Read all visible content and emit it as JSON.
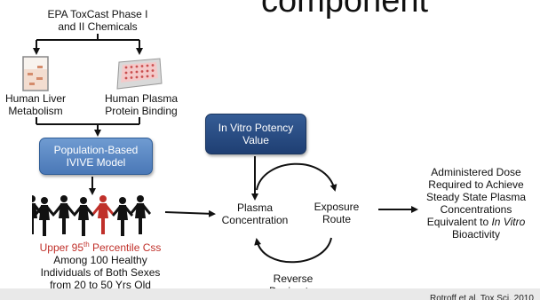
{
  "slide": {
    "title_fragment": "component",
    "footer_citation": "Rotroff et al. Tox Sci. 2010"
  },
  "top": {
    "chemicals": [
      "EPA ToxCast Phase I",
      "and II Chemicals"
    ]
  },
  "metabolism": {
    "liver": [
      "Human Liver",
      "Metabolism"
    ],
    "plasma": [
      "Human Plasma",
      "Protein Binding"
    ]
  },
  "models": {
    "ivive": [
      "Population-Based",
      "IVIVE Model"
    ],
    "potency": [
      "In Vitro Potency",
      "Value"
    ]
  },
  "population": {
    "percentile_prefix": "Upper 95",
    "percentile_sup": "th",
    "percentile_suffix": " Percentile Css",
    "desc": [
      "Among 100 Healthy",
      "Individuals of Both Sexes",
      "from 20 to 50 Yrs Old"
    ]
  },
  "cycle": {
    "plasma": [
      "Plasma",
      "Concentration"
    ],
    "exposure": [
      "Exposure",
      "Route"
    ],
    "reverse": [
      "Reverse",
      "Dosimetry"
    ]
  },
  "result": {
    "l1": "Administered Dose",
    "l2": "Required to Achieve",
    "l3": "Steady State Plasma",
    "l4": "Concentrations",
    "l5_prefix": "Equivalent to ",
    "l5_italic": "In Vitro",
    "l6": "Bioactivity"
  },
  "colors": {
    "ivive_box": "#4a78b7",
    "potency_box": "#1f3f73",
    "highlight_red": "#c0302a",
    "figure_red": "#c0302a",
    "figure_black": "#111111"
  }
}
